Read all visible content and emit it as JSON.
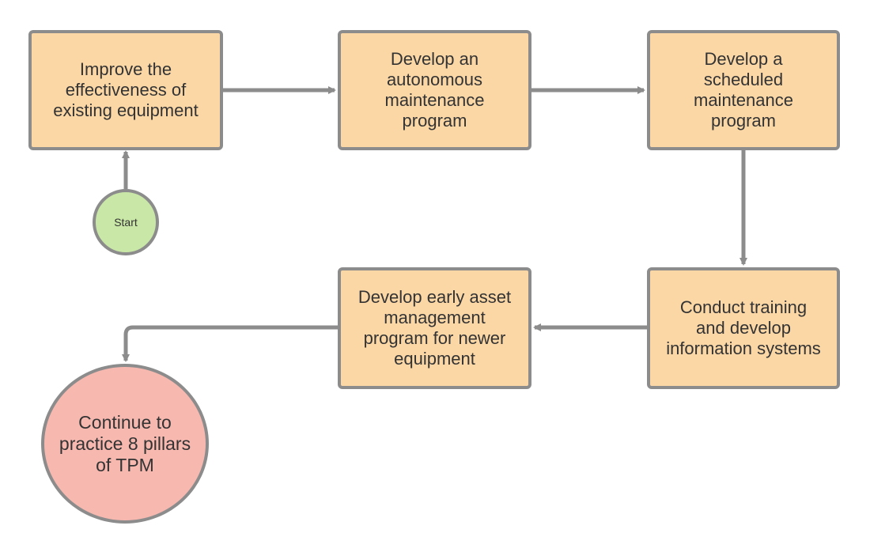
{
  "diagram": {
    "start_label": "Start",
    "end_label": "Continue to\npractice 8 pillars\nof TPM",
    "steps": [
      "Improve the\neffectiveness of\nexisting equipment",
      "Develop an\nautonomous\nmaintenance\nprogram",
      "Develop a\nscheduled\nmaintenance\nprogram",
      "Conduct training\nand develop\ninformation systems",
      "Develop early asset\nmanagement\nprogram for newer\nequipment"
    ]
  },
  "colors": {
    "box_fill": "#fbd7a6",
    "start_fill": "#c9e7a6",
    "end_fill": "#f7b8b0",
    "stroke": "#8c8c8c",
    "text": "#333333"
  }
}
